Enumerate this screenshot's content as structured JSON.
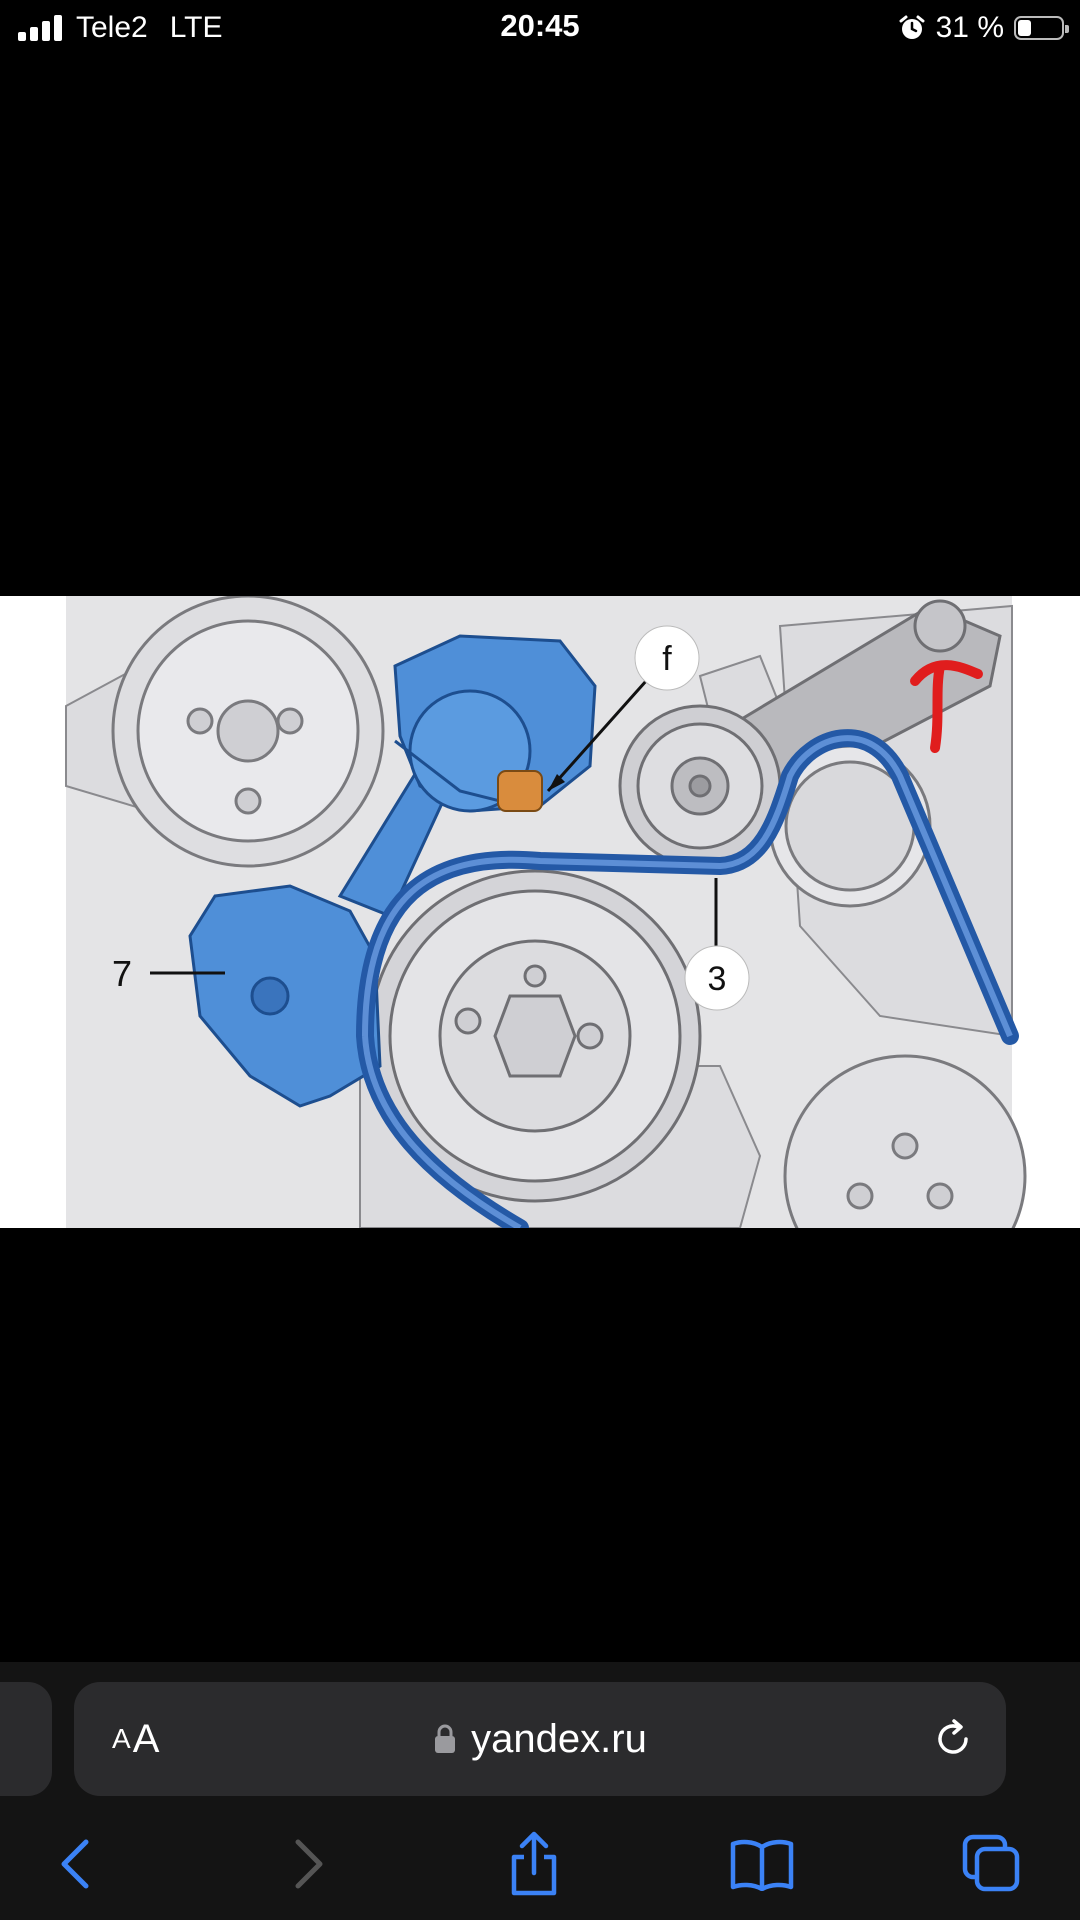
{
  "status": {
    "carrier": "Tele2",
    "network": "LTE",
    "time": "20:45",
    "battery": "31 %",
    "battery_level": 0.31
  },
  "diagram": {
    "label_f": "f",
    "label_3": "3",
    "label_7": "7"
  },
  "toolbar": {
    "text_size_small": "A",
    "text_size_large": "A",
    "url": "yandex.ru",
    "accent": "#3b82f6"
  },
  "icons": [
    "signal-icon",
    "alarm-icon",
    "battery-icon",
    "lock-icon",
    "reload-icon",
    "back-icon",
    "forward-icon",
    "share-icon",
    "bookmarks-icon",
    "tabs-icon"
  ]
}
